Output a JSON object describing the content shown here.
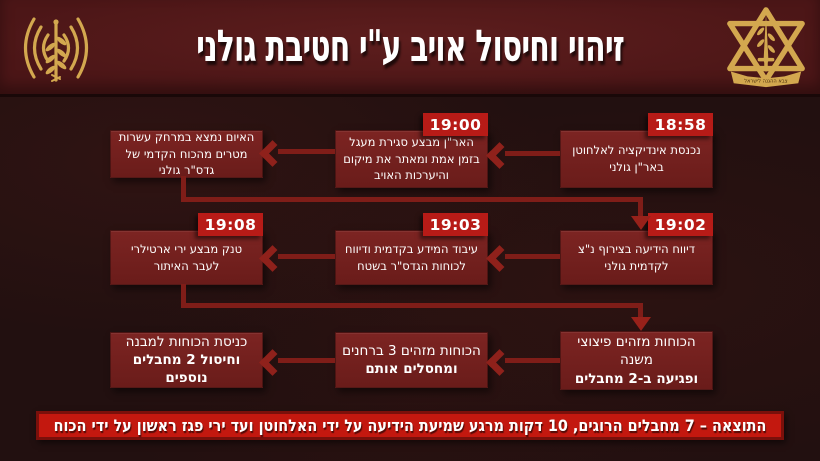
{
  "header": {
    "title": "זיהוי וחיסול אויב ע\"י חטיבת גולני",
    "left_icon": "signal-corps-radio-emblem",
    "right_icon": "idf-emblem",
    "emblem_banner_text": "צבא ההגנה לישראל"
  },
  "timeline": {
    "steps": [
      {
        "time": "18:58",
        "text": "נכנסת אינדיקציה לאלחוטן באר\"ן גולני",
        "bold": ""
      },
      {
        "time": "19:00",
        "text": "האר\"ן מבצע סגירת מעגל בזמן אמת ומאתר את מיקום והיערכות האויב",
        "bold": ""
      },
      {
        "time": "",
        "text": "האיום נמצא במרחק עשרות מטרים מהכוח הקדמי של גדס\"ר גולני",
        "bold": ""
      },
      {
        "time": "19:02",
        "text": "דיווח הידיעה בצירוף נ\"צ לקדמית גולני",
        "bold": ""
      },
      {
        "time": "19:03",
        "text": "עיבוד המידע בקדמית ודיווח לכוחות הגדס\"ר בשטח",
        "bold": ""
      },
      {
        "time": "19:08",
        "text": "טנק מבצע ירי ארטילרי לעבר האיתור",
        "bold": ""
      },
      {
        "time": "",
        "text": "הכוחות מזהים פיצוצי משנה",
        "bold": "ופגיעה ב-2 מחבלים"
      },
      {
        "time": "",
        "text": "הכוחות מזהים 3 ברחנים",
        "bold": "ומחסלים אותם"
      },
      {
        "time": "",
        "text": "כניסת הכוחות למבנה",
        "bold": "וחיסול 2 מחבלים נוספים"
      }
    ]
  },
  "result_bar": {
    "text": "התוצאה – 7 מחבלים הרוגים, 10 דקות מרגע שמיעת הידיעה על ידי האלחוטן ועד ירי פגז ראשון על ידי הכוח"
  },
  "colors": {
    "header_bg": "#4c1617",
    "body_bg": "#221010",
    "box_bg": "#6e1f1d",
    "time_badge_bg": "#b71b17",
    "connector": "#7f1d18",
    "result_bar_bg": "#c3180f",
    "result_bar_border": "#7a100b",
    "gold": "#d3a84f",
    "text": "#ffffff"
  }
}
